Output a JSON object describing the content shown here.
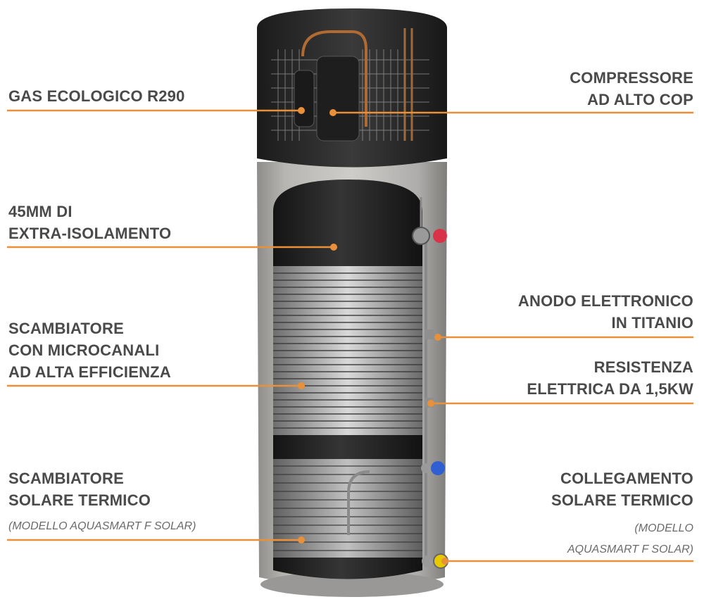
{
  "accent_color": "#E8903A",
  "product": {
    "body_color": "#b9b7b4",
    "top_color": "#2c2c2c",
    "tank_color": "#262626"
  },
  "callouts": {
    "gas": {
      "lines": [
        "GAS ECOLOGICO R290"
      ]
    },
    "compressor": {
      "lines": [
        "COMPRESSORE",
        "AD ALTO COP"
      ]
    },
    "insulation": {
      "lines": [
        "45MM DI",
        "EXTRA-ISOLAMENTO"
      ]
    },
    "anode": {
      "lines": [
        "ANODO ELETTRONICO",
        "IN TITANIO"
      ]
    },
    "exchanger": {
      "lines": [
        "SCAMBIATORE",
        "CON MICROCANALI",
        "AD ALTA EFFICIENZA"
      ]
    },
    "resistance": {
      "lines": [
        "RESISTENZA",
        "ELETTRICA DA 1,5KW"
      ]
    },
    "solar_exchanger": {
      "lines": [
        "SCAMBIATORE",
        "SOLARE TERMICO"
      ],
      "note": "(MODELLO AQUASMART F SOLAR)"
    },
    "solar_connection": {
      "lines": [
        "COLLEGAMENTO",
        "SOLARE TERMICO"
      ],
      "note_lines": [
        "(MODELLO",
        "AQUASMART F SOLAR)"
      ]
    }
  }
}
